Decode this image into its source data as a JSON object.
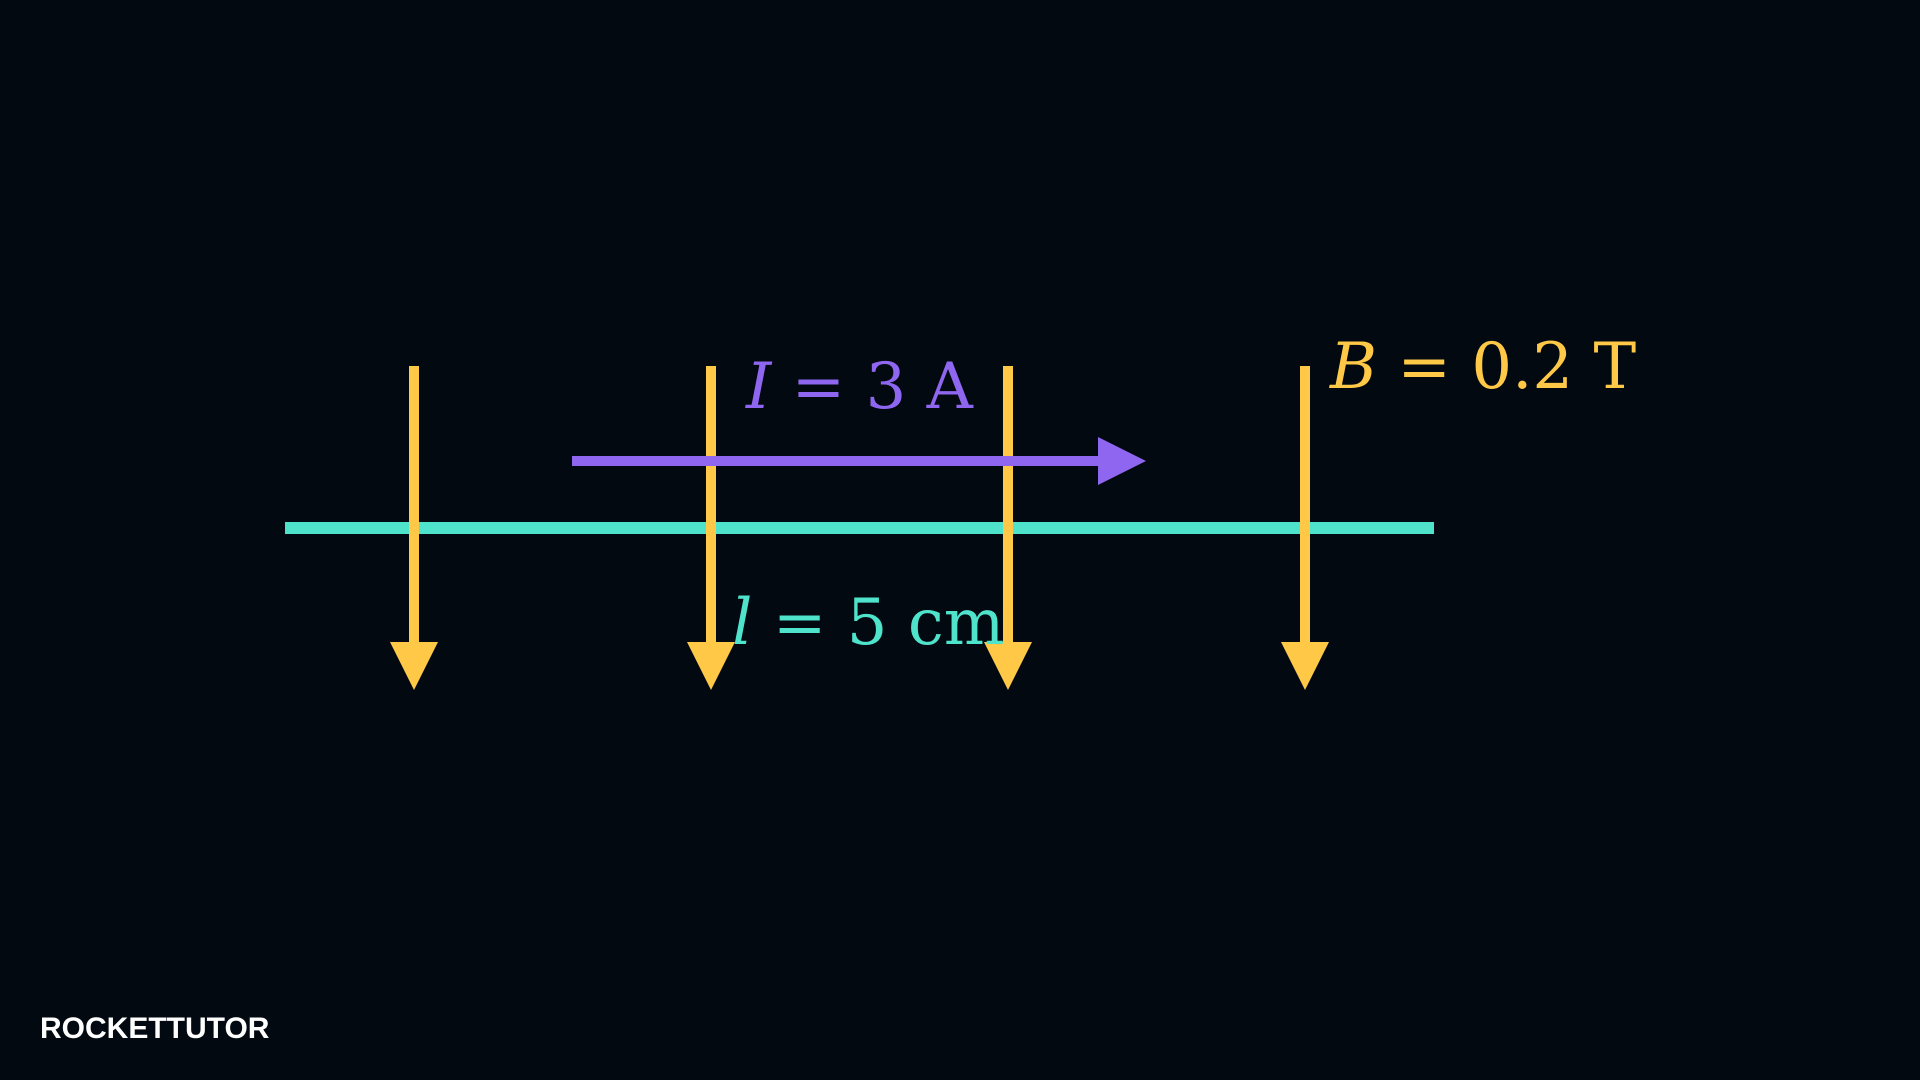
{
  "colors": {
    "background": "#020911",
    "field": "#FFC847",
    "current": "#8F66F0",
    "wire": "#4FE3CC",
    "logo_text": "#FFFFFF",
    "logo_accent": "#3FB4F2"
  },
  "labels": {
    "current": {
      "symbol": "I",
      "rest": " = 3 A"
    },
    "field": {
      "symbol": "B",
      "rest": " = 0.2 T"
    },
    "length": {
      "symbol": "l",
      "rest": " = 5 cm"
    }
  },
  "logo": {
    "text": "ROCKETTUTOR"
  }
}
